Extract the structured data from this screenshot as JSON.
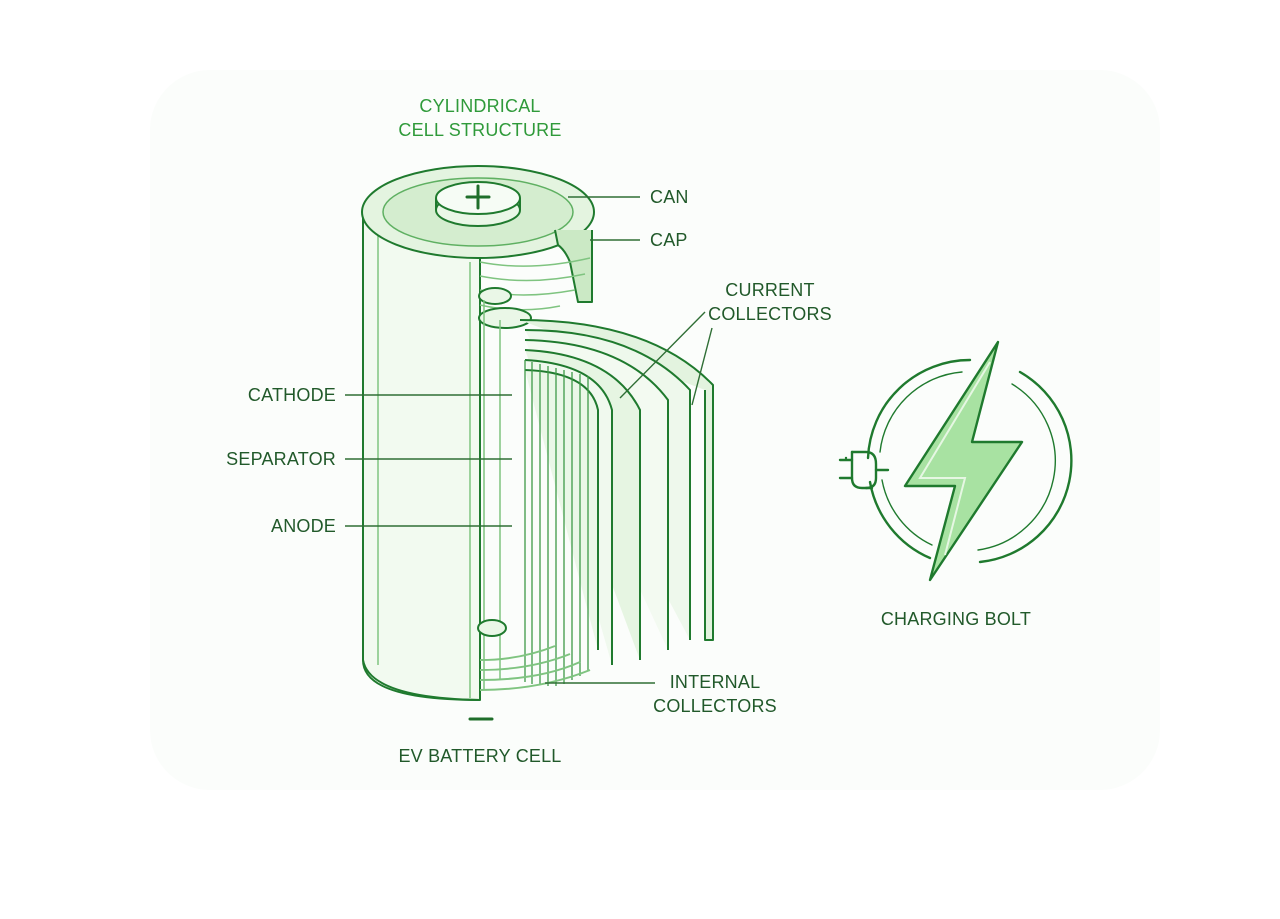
{
  "diagram": {
    "title_line1": "CYLINDRICAL",
    "title_line2": "CELL STRUCTURE",
    "labels": {
      "can": "CAN",
      "cap": "CAP",
      "current_collectors_line1": "CURRENT",
      "current_collectors_line2": "COLLECTORS",
      "cathode": "CATHODE",
      "separator": "SEPARATOR",
      "anode": "ANODE",
      "internal_collectors_line1": "INTERNAL",
      "internal_collectors_line2": "COLLECTORS",
      "positive_terminal": "+",
      "negative_terminal": "−"
    },
    "caption": "EV BATTERY CELL",
    "bolt_caption": "CHARGING BOLT",
    "icons": [
      "battery-cell-icon",
      "lightning-bolt-icon",
      "plug-icon"
    ],
    "colors": {
      "stroke": "#1f7a2e",
      "fill_light": "#eef8ec",
      "fill_mid": "#d6efd2",
      "bolt_fill": "#a8e2a2",
      "text": "#1f7a2e"
    }
  }
}
